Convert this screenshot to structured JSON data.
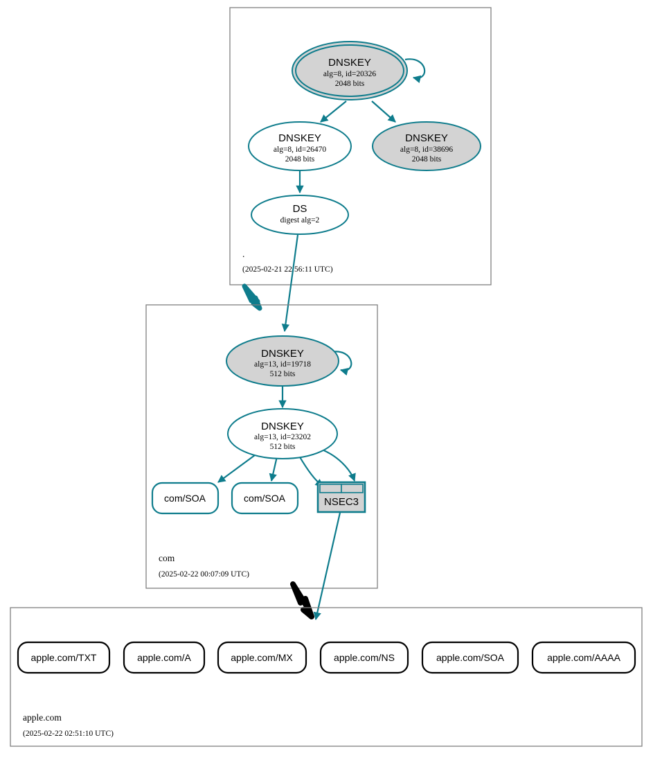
{
  "diagram": {
    "type": "dnssec-authentication-chain",
    "colors": {
      "secure": "#0e7c8c",
      "insecure": "#000000",
      "node_fill_shaded": "#d3d3d3",
      "node_fill_plain": "#ffffff",
      "zone_border": "#808080",
      "background": "#ffffff"
    }
  },
  "zones": [
    {
      "id": "root",
      "name": ".",
      "timestamp": "(2025-02-21 22:56:11 UTC)",
      "nodes": [
        {
          "id": "root-ksk",
          "kind": "DNSKEY",
          "title": "DNSKEY",
          "line2": "alg=8, id=20326",
          "line3": "2048 bits",
          "shaded": true,
          "trust_anchor": true,
          "self_signed": true
        },
        {
          "id": "root-zsk-26470",
          "kind": "DNSKEY",
          "title": "DNSKEY",
          "line2": "alg=8, id=26470",
          "line3": "2048 bits",
          "shaded": false,
          "trust_anchor": false,
          "self_signed": false
        },
        {
          "id": "root-zsk-38696",
          "kind": "DNSKEY",
          "title": "DNSKEY",
          "line2": "alg=8, id=38696",
          "line3": "2048 bits",
          "shaded": true,
          "trust_anchor": false,
          "self_signed": false
        },
        {
          "id": "root-ds",
          "kind": "DS",
          "title": "DS",
          "line2": "digest alg=2",
          "line3": "",
          "shaded": false,
          "trust_anchor": false,
          "self_signed": false
        }
      ]
    },
    {
      "id": "com",
      "name": "com",
      "timestamp": "(2025-02-22 00:07:09 UTC)",
      "nodes": [
        {
          "id": "com-ksk",
          "kind": "DNSKEY",
          "title": "DNSKEY",
          "line2": "alg=13, id=19718",
          "line3": "512 bits",
          "shaded": true,
          "trust_anchor": false,
          "self_signed": true
        },
        {
          "id": "com-zsk",
          "kind": "DNSKEY",
          "title": "DNSKEY",
          "line2": "alg=13, id=23202",
          "line3": "512 bits",
          "shaded": false,
          "trust_anchor": false,
          "self_signed": false
        }
      ],
      "rrsets": [
        {
          "id": "com-soa-1",
          "label": "com/SOA",
          "status": "secure"
        },
        {
          "id": "com-soa-2",
          "label": "com/SOA",
          "status": "secure"
        }
      ],
      "nsec": {
        "id": "com-nsec3",
        "label": "NSEC3",
        "status": "secure",
        "cells": 2
      }
    },
    {
      "id": "apple-com",
      "name": "apple.com",
      "timestamp": "(2025-02-22 02:51:10 UTC)",
      "nodes": [],
      "rrsets": [
        {
          "id": "apple-txt",
          "label": "apple.com/TXT",
          "status": "insecure"
        },
        {
          "id": "apple-a",
          "label": "apple.com/A",
          "status": "insecure"
        },
        {
          "id": "apple-mx",
          "label": "apple.com/MX",
          "status": "insecure"
        },
        {
          "id": "apple-ns",
          "label": "apple.com/NS",
          "status": "insecure"
        },
        {
          "id": "apple-soa",
          "label": "apple.com/SOA",
          "status": "insecure"
        },
        {
          "id": "apple-aaaa",
          "label": "apple.com/AAAA",
          "status": "insecure"
        }
      ]
    }
  ],
  "edges": [
    {
      "from": "root-ksk",
      "to": "root-ksk",
      "status": "secure",
      "kind": "self-sign"
    },
    {
      "from": "root-ksk",
      "to": "root-zsk-26470",
      "status": "secure",
      "kind": "sign"
    },
    {
      "from": "root-ksk",
      "to": "root-zsk-38696",
      "status": "secure",
      "kind": "sign"
    },
    {
      "from": "root-zsk-26470",
      "to": "root-ds",
      "status": "secure",
      "kind": "sign"
    },
    {
      "from": "root-ds",
      "to": "com-ksk",
      "status": "secure",
      "kind": "ds-to-dnskey"
    },
    {
      "from": "root",
      "to": "com",
      "status": "secure",
      "kind": "delegation"
    },
    {
      "from": "com-ksk",
      "to": "com-ksk",
      "status": "secure",
      "kind": "self-sign"
    },
    {
      "from": "com-ksk",
      "to": "com-zsk",
      "status": "secure",
      "kind": "sign"
    },
    {
      "from": "com-zsk",
      "to": "com-soa-1",
      "status": "secure",
      "kind": "sign"
    },
    {
      "from": "com-zsk",
      "to": "com-soa-2",
      "status": "secure",
      "kind": "sign"
    },
    {
      "from": "com-zsk",
      "to": "com-nsec3",
      "status": "secure",
      "kind": "sign"
    },
    {
      "from": "com-nsec3",
      "to": "apple-com",
      "status": "secure",
      "kind": "proof"
    },
    {
      "from": "com",
      "to": "apple-com",
      "status": "insecure",
      "kind": "delegation"
    }
  ]
}
